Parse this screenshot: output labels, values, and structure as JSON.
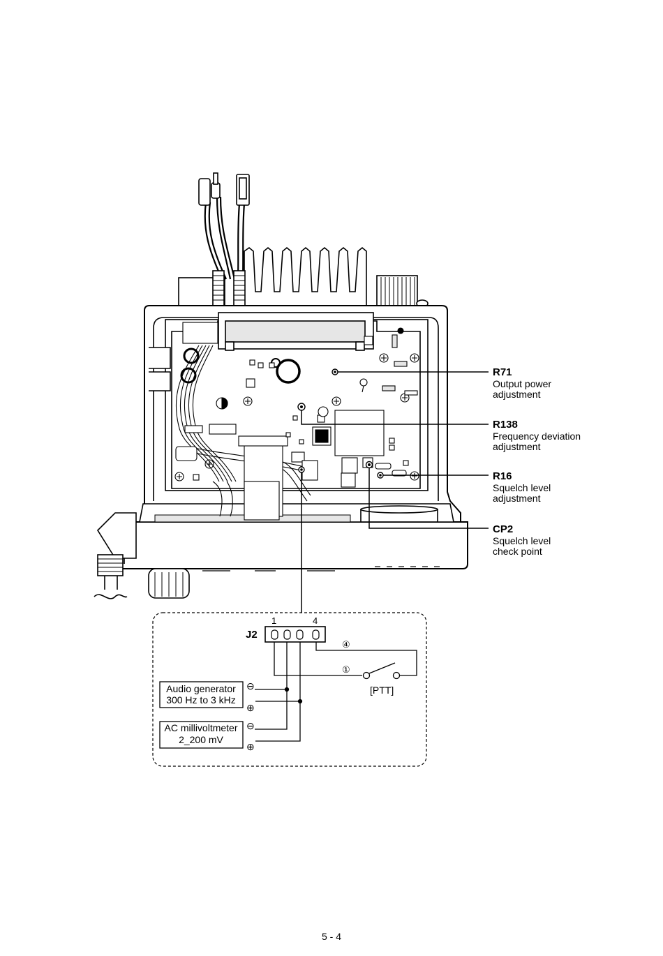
{
  "callouts": [
    {
      "ref": "R71",
      "desc1": "Output power",
      "desc2": "adjustment"
    },
    {
      "ref": "R138",
      "desc1": "Frequency deviation",
      "desc2": "adjustment"
    },
    {
      "ref": "R16",
      "desc1": "Squelch level",
      "desc2": "adjustment"
    },
    {
      "ref": "CP2",
      "desc1": "Squelch level",
      "desc2": "check point"
    }
  ],
  "connector": {
    "name": "J2",
    "pin_first": "1",
    "pin_last": "4",
    "wire_a": "④",
    "wire_b": "①"
  },
  "ptt": {
    "label": "[PTT]"
  },
  "audio_generator": {
    "line1": "Audio generator",
    "line2": "300 Hz to 3 kHz",
    "minus": "⊖",
    "plus": "⊕"
  },
  "millivoltmeter": {
    "line1": "AC millivoltmeter",
    "line2": "2_200 mV",
    "minus": "⊖",
    "plus": "⊕"
  },
  "page_number": "5 - 4",
  "colors": {
    "line": "#000000",
    "fill": "#ffffff",
    "shade": "#e6e6e6"
  }
}
